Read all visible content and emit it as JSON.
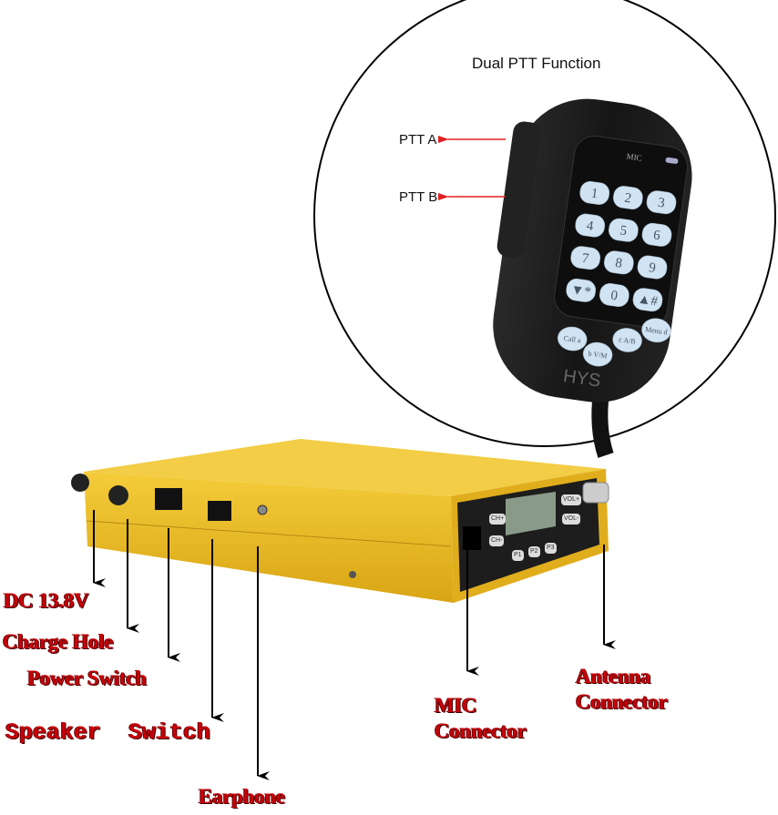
{
  "title": "Dual PTT Function",
  "ptt_labels": [
    "PTT A",
    "PTT B"
  ],
  "mic": {
    "keys": [
      "1",
      "2",
      "3",
      "4",
      "5",
      "6",
      "7",
      "8",
      "9",
      "▼*",
      "0",
      "▲#"
    ],
    "function_keys": [
      "Call a",
      "b V/M",
      "c A/B",
      "Menu d"
    ],
    "mic_label": "MIC",
    "brand": "HYS"
  },
  "radio_panel_keys": [
    "CH+",
    "CH-",
    "P1",
    "P2",
    "P3",
    "VOL+",
    "VOL-"
  ],
  "callouts": {
    "dc": "DC 13.8V",
    "charge": "Charge Hole",
    "power": "Power Switch",
    "speaker": "Speaker  Switch",
    "earphone": "Earphone",
    "mic_1": "MIC",
    "mic_2": "Connector",
    "antenna_1": "Antenna",
    "antenna_2": "Connector"
  },
  "colors": {
    "label_red": "#c8000a",
    "body_yellow": "#e8b820",
    "ptt_arrow": "#e02020"
  }
}
